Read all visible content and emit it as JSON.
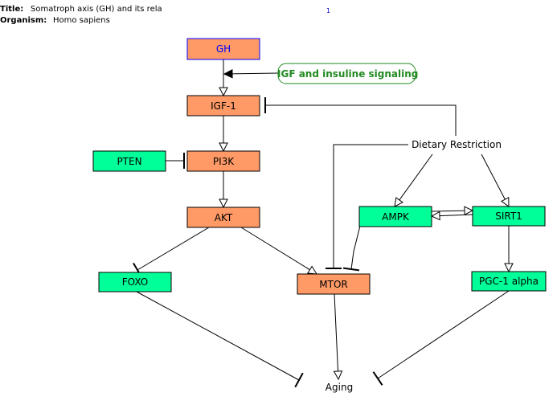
{
  "header": {
    "title_label": "Title:",
    "title_value": "Somatroph axis (GH) and its rela",
    "organism_label": "Organism:",
    "organism_value": "Homo sapiens",
    "page_marker": "1"
  },
  "nodes": {
    "gh": "GH",
    "igf_signaling": "IGF and insuline signaling",
    "igf1": "IGF-1",
    "pi3k": "PI3K",
    "pten": "PTEN",
    "akt": "AKT",
    "foxo": "FOXO",
    "mtor": "MTOR",
    "ampk": "AMPK",
    "sirt1": "SIRT1",
    "pgc1a": "PGC-1 alpha",
    "dietary_restriction": "Dietary Restriction",
    "aging": "Aging"
  },
  "colors": {
    "orange_node": "#ff9966",
    "green_node": "#00ff99",
    "gh_border": "#0000ff",
    "gh_text": "#0000ff",
    "signaling_text": "#228b22",
    "signaling_border": "#228b22"
  }
}
